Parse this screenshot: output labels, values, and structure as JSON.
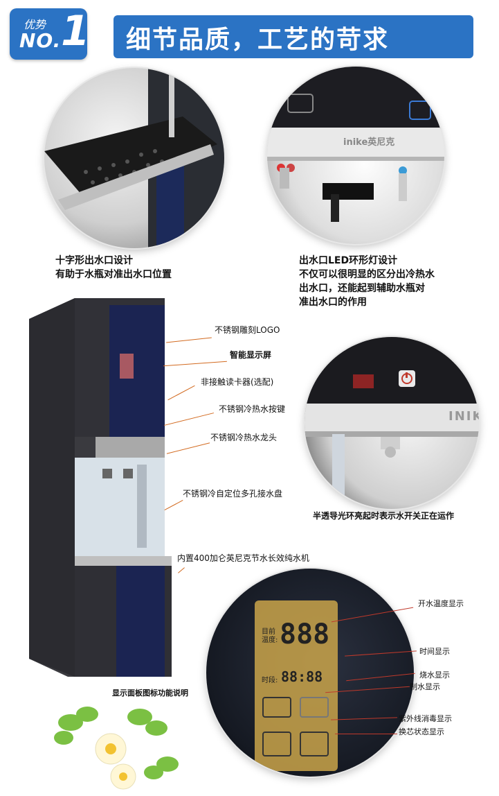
{
  "header": {
    "badge_small": "优势",
    "badge_no": "NO.",
    "badge_num": "1",
    "banner_title": "细节品质，工艺的苛求",
    "accent_color": "#2b73c4"
  },
  "sections": {
    "faucet_cross": {
      "line1": "十字形出水口设计",
      "line2": "有助于水瓶对准出水口位置"
    },
    "faucet_led": {
      "line1": "出水口LED环形灯设计",
      "line2": "不仅可以很明显的区分出冷热水",
      "line3": "出水口，还能起到辅助水瓶对",
      "line4": "准出水口的作用"
    },
    "brand_text": "inike英尼克",
    "brand_text_2": "INIK",
    "glow_caption": "半透导光环亮起时表示水开关正在运作"
  },
  "callouts": [
    "不锈钢雕刻LOGO",
    "智能显示屏",
    "非接触读卡器(选配)",
    "不锈钢冷热水按键",
    "不锈钢冷热水龙头",
    "不锈钢冷自定位多孔接水盘",
    "内置400加仑英尼克节水长效纯水机"
  ],
  "display_panel": {
    "caption": "显示面板图标功能说明",
    "digits_main": "888",
    "digits_time": "88:88",
    "label_temp": "目前温度:",
    "label_time": "时段:",
    "labels": [
      "开水温度显示",
      "时间显示",
      "烧水显示",
      "制水显示",
      "紫外线消毒显示",
      "换芯状态显示"
    ]
  }
}
